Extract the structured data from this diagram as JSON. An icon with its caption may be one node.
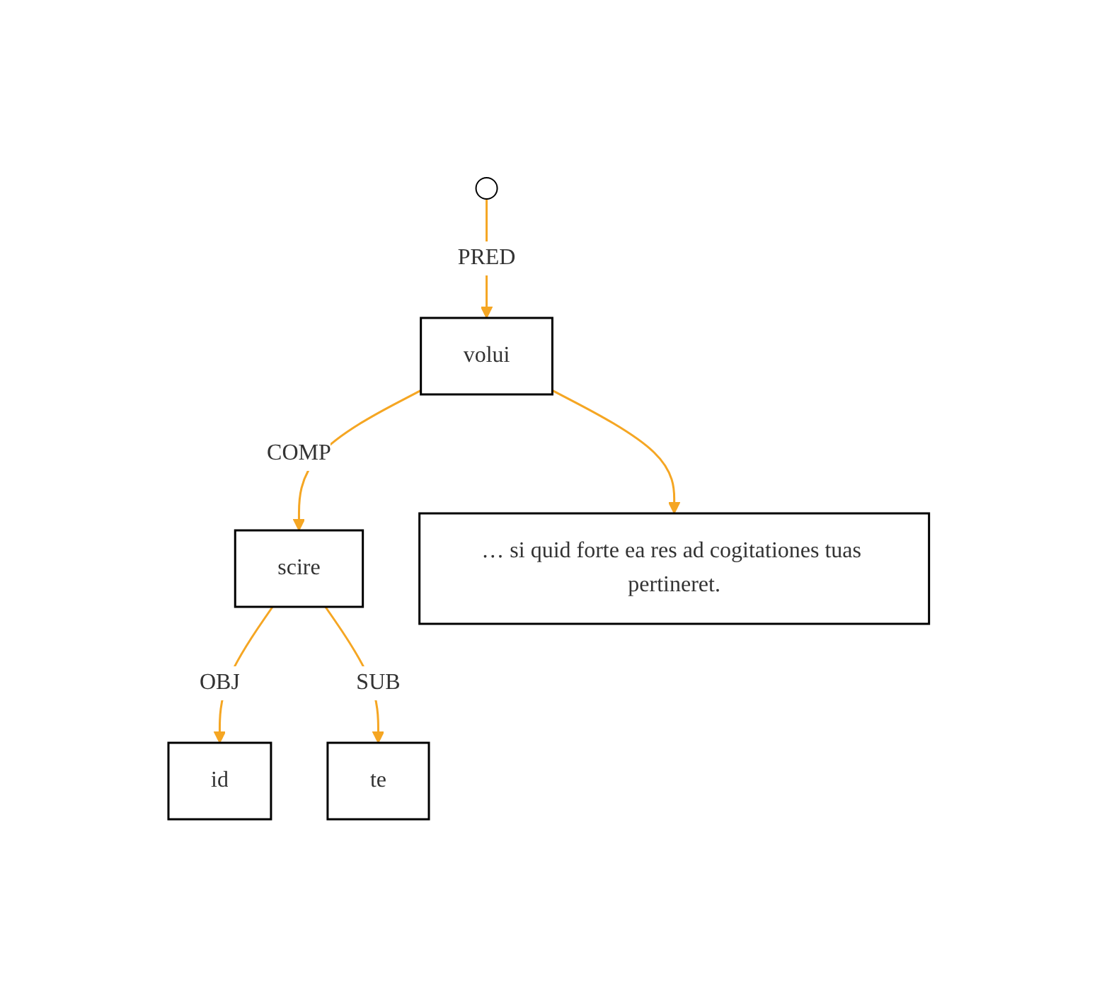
{
  "diagram": {
    "nodes": [
      {
        "text": [],
        "shape": "circle"
      },
      {
        "text": [
          "volui"
        ]
      },
      {
        "text": [
          "scire"
        ]
      },
      {
        "text": [
          "… si quid forte ea res ad cogitationes tuas pertineret."
        ]
      },
      {
        "text": [
          "id"
        ]
      },
      {
        "text": [
          "te"
        ]
      }
    ],
    "edges": [
      {
        "from": 0,
        "to": 1,
        "arrow": "to",
        "label": "PRED"
      },
      {
        "from": 1,
        "to": 2,
        "arrow": "to",
        "label": "COMP"
      },
      {
        "from": 1,
        "to": 3,
        "arrow": "to"
      },
      {
        "from": 2,
        "to": 4,
        "arrow": "to",
        "label": "OBJ"
      },
      {
        "from": 2,
        "to": 5,
        "arrow": "to",
        "label": "SUB"
      }
    ]
  }
}
